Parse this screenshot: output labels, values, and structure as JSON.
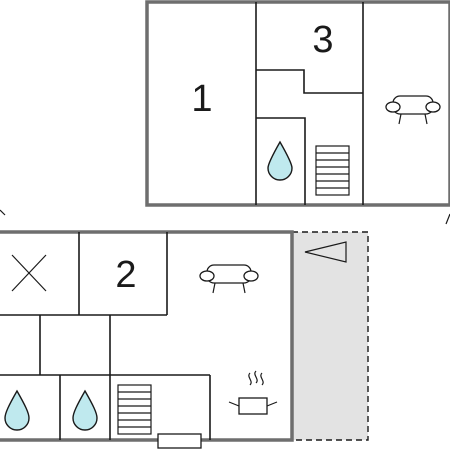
{
  "rooms": [
    {
      "id": "room-1",
      "label": "1"
    },
    {
      "id": "room-2",
      "label": "2"
    },
    {
      "id": "room-3",
      "label": "3"
    }
  ],
  "icons": {
    "sofa": "sofa-icon",
    "water_drop": "water-drop-icon",
    "stairs": "stairs-icon",
    "cross": "cross-icon",
    "cooking_pot": "cooking-pot-icon",
    "arrow": "arrow-icon",
    "window": "window-icon",
    "compass": "north-arrow-icon"
  },
  "colors": {
    "wall_outer": "#6e6e6e",
    "wall_inner": "#1a1a1a",
    "water": "#bfe9ee",
    "terrace": "#e3e3e3"
  }
}
